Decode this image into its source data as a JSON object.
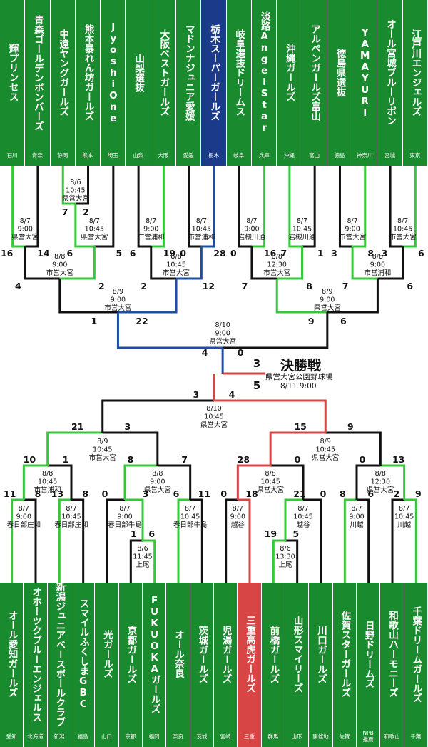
{
  "colors": {
    "green": "#1a8a2e",
    "navy": "#1b3b8a",
    "red": "#d84545",
    "line_win_green": "#35c93a",
    "line_win_blue": "#1c4fa3",
    "line_win_red": "#d84545",
    "line_lose": "#111111"
  },
  "top_teams": [
    {
      "name": "輝プリンセス",
      "pref": "石川",
      "color": "green"
    },
    {
      "name": "青森ゴールデンボンバーズ",
      "pref": "青森",
      "color": "green"
    },
    {
      "name": "中遠ヤングガールズ",
      "pref": "静岡",
      "color": "green"
    },
    {
      "name": "熊本暴れん坊ガールズ",
      "pref": "熊本",
      "color": "green"
    },
    {
      "name": "JyoshiOne",
      "pref": "埼玉",
      "color": "green"
    },
    {
      "name": "山梨選抜",
      "pref": "山梨",
      "color": "green"
    },
    {
      "name": "大阪ベストガールズ",
      "pref": "大阪",
      "color": "green"
    },
    {
      "name": "マドンナジュニア愛媛",
      "pref": "愛媛",
      "color": "green"
    },
    {
      "name": "栃木スーパーガールズ",
      "pref": "栃木",
      "color": "navy"
    },
    {
      "name": "岐阜選抜ドリームス",
      "pref": "岐阜",
      "color": "green"
    },
    {
      "name": "淡路AngelStar",
      "pref": "兵庫",
      "color": "green"
    },
    {
      "name": "沖縄ガールズ",
      "pref": "沖縄",
      "color": "green"
    },
    {
      "name": "アルペンガールズ富山",
      "pref": "富山",
      "color": "green"
    },
    {
      "name": "徳島県選抜",
      "pref": "徳島",
      "color": "green"
    },
    {
      "name": "YAMAYURI",
      "pref": "神奈川",
      "color": "green"
    },
    {
      "name": "オール宮城ブルーリボン",
      "pref": "宮城",
      "color": "green"
    },
    {
      "name": "江戸川エンジェルズ",
      "pref": "東京",
      "color": "green"
    }
  ],
  "bottom_teams": [
    {
      "name": "オール愛知ガールズ",
      "pref": "愛知",
      "color": "green"
    },
    {
      "name": "オホーツクブルーエンジェルス",
      "pref": "北海道",
      "color": "green"
    },
    {
      "name": "新潟ジュニアベースボールクラブ",
      "pref": "新潟",
      "color": "green"
    },
    {
      "name": "スマイルふくしまGBC",
      "pref": "福島",
      "color": "green"
    },
    {
      "name": "光ガールズ",
      "pref": "山口",
      "color": "green"
    },
    {
      "name": "京都ガールズ",
      "pref": "京都",
      "color": "green"
    },
    {
      "name": "FUKUOKAガールズ",
      "pref": "福岡",
      "color": "green"
    },
    {
      "name": "オール奈良",
      "pref": "奈良",
      "color": "green"
    },
    {
      "name": "茨城ガールズ",
      "pref": "茨城",
      "color": "green"
    },
    {
      "name": "児湯ガールズ",
      "pref": "宮崎",
      "color": "green"
    },
    {
      "name": "三重高虎ガールズ",
      "pref": "三重",
      "color": "red"
    },
    {
      "name": "前橋ガールズ",
      "pref": "群馬",
      "color": "green"
    },
    {
      "name": "山形スマイリーズ",
      "pref": "山形",
      "color": "green"
    },
    {
      "name": "川口ガールズ",
      "pref": "開催地",
      "color": "green"
    },
    {
      "name": "佐賀スターガールズ",
      "pref": "佐賀",
      "color": "green"
    },
    {
      "name": "日野ドリームズ",
      "pref": "NPB\n推薦",
      "color": "green"
    },
    {
      "name": "和歌山ハーモニーズ",
      "pref": "和歌山",
      "color": "green"
    },
    {
      "name": "千葉ドリームガールズ",
      "pref": "千葉",
      "color": "green"
    }
  ],
  "final": {
    "title": "決勝戦",
    "venue": "県営大宮公園野球場",
    "date": "8/11 9:00",
    "score_top": "3",
    "score_bottom": "5"
  },
  "matches": [
    {
      "side": "top",
      "a": 2,
      "b": 3,
      "lbl": [
        "8/6",
        "10:45",
        "県営大宮"
      ],
      "sa": "7",
      "sb": "2",
      "win": "a",
      "winColor": "green"
    },
    {
      "side": "top",
      "a": 0,
      "b": 1,
      "lbl": [
        "8/7",
        "9:00",
        "県営大宮"
      ],
      "sa": "16",
      "sb": "14",
      "win": "a",
      "winColor": "green"
    },
    {
      "side": "top",
      "a": "2-3",
      "b": 4,
      "lbl": [
        "8/7",
        "10:45",
        "県営大宮"
      ],
      "sa": "6",
      "sb": "5",
      "win": "a",
      "winColor": "green"
    },
    {
      "side": "top",
      "a": 5,
      "b": 6,
      "lbl": [
        "8/7",
        "9:00",
        "市営浦和"
      ],
      "sa": "6",
      "sb": "19",
      "win": "b",
      "winColor": "green"
    },
    {
      "side": "top",
      "a": 7,
      "b": 8,
      "lbl": [
        "8/7",
        "10:45",
        "市営浦和"
      ],
      "sa": "0",
      "sb": "28",
      "win": "b",
      "winColor": "blue"
    },
    {
      "side": "top",
      "a": 9,
      "b": 10,
      "lbl": [
        "8/7",
        "9:00",
        "岩槻川通"
      ],
      "sa": "0",
      "sb": "16",
      "win": "b",
      "winColor": "green"
    },
    {
      "side": "top",
      "a": 11,
      "b": 12,
      "lbl": [
        "8/7",
        "10:45",
        "岩槻川通"
      ],
      "sa": "7",
      "sb": "1",
      "win": "a",
      "winColor": "green"
    },
    {
      "side": "top",
      "a": 13,
      "b": 14,
      "lbl": [
        "8/7",
        "9:00",
        "市営大宮"
      ],
      "sa": "3",
      "sb": "8",
      "win": "b",
      "winColor": "green"
    },
    {
      "side": "top",
      "a": 15,
      "b": 16,
      "lbl": [
        "8/7",
        "10:45",
        "市営大宮"
      ],
      "sa": "3",
      "sb": "6",
      "win": "b",
      "winColor": "green"
    },
    {
      "side": "bottom",
      "a": 0,
      "b": 1,
      "lbl": [
        "8/7",
        "9:00",
        "春日部庄和"
      ],
      "sa": "11",
      "sb": "8",
      "win": "a",
      "winColor": "green"
    },
    {
      "side": "bottom",
      "a": 2,
      "b": 3,
      "lbl": [
        "8/7",
        "10:45",
        "春日部庄和"
      ],
      "sa": "13",
      "sb": "8",
      "win": "a",
      "winColor": "green"
    },
    {
      "side": "bottom",
      "a": 5,
      "b": 6,
      "lbl": [
        "8/6",
        "11:45",
        "上尾"
      ],
      "sa": "1",
      "sb": "6",
      "win": "b",
      "winColor": "green"
    },
    {
      "side": "bottom",
      "a": 4,
      "b": "5-6",
      "lbl": [
        "8/7",
        "9:00",
        "春日部牛島"
      ],
      "sa": "0",
      "sb": "3",
      "win": "b",
      "winColor": "green"
    },
    {
      "side": "bottom",
      "a": 7,
      "b": 8,
      "lbl": [
        "8/7",
        "10:45",
        "春日部牛島"
      ],
      "sa": "6",
      "sb": "11",
      "win": "a",
      "winColor": "green"
    },
    {
      "side": "bottom",
      "a": 9,
      "b": 10,
      "lbl": [
        "8/7",
        "9:00",
        "越谷"
      ],
      "sa": "0",
      "sb": "18",
      "win": "b",
      "winColor": "red"
    },
    {
      "side": "bottom",
      "a": 11,
      "b": 12,
      "lbl": [
        "8/6",
        "13:30",
        "上尾"
      ],
      "sa": "19",
      "sb": "5",
      "win": "a",
      "winColor": "green"
    },
    {
      "side": "bottom",
      "a": "11-12",
      "b": 13,
      "lbl": [
        "8/7",
        "10:45",
        "越谷"
      ],
      "sa": "21",
      "sb": "0",
      "win": "a",
      "winColor": "green"
    },
    {
      "side": "bottom",
      "a": 14,
      "b": 15,
      "lbl": [
        "8/7",
        "9:00",
        "川越"
      ],
      "sa": "8",
      "sb": "6",
      "win": "a",
      "winColor": "green"
    },
    {
      "side": "bottom",
      "a": 16,
      "b": 17,
      "lbl": [
        "8/7",
        "10:45",
        "川越"
      ],
      "sa": "2",
      "sb": "9",
      "win": "b",
      "winColor": "green"
    }
  ],
  "round2": [
    {
      "side": "top",
      "lbl": [
        "8/8",
        "9:00",
        "市営大宮"
      ],
      "sa": "4",
      "sb": "2",
      "win": "b",
      "winColor": "green"
    },
    {
      "side": "top",
      "lbl": [
        "8/8",
        "10:45",
        "市営大宮"
      ],
      "sa": "2",
      "sb": "12",
      "win": "b",
      "winColor": "blue"
    },
    {
      "side": "top",
      "lbl": [
        "8/8",
        "12:30",
        "市営大宮"
      ],
      "sa": "7",
      "sb": "8",
      "win": "b",
      "winColor": "green"
    },
    {
      "side": "top",
      "lbl": [
        "8/8",
        "9:00",
        "市営浦和"
      ],
      "sa": "7",
      "sb": "6",
      "win": "a",
      "winColor": "green"
    },
    {
      "side": "bottom",
      "lbl": [
        "8/8",
        "10:45",
        "市営浦和"
      ],
      "sa": "10",
      "sb": "1",
      "win": "a",
      "winColor": "green"
    },
    {
      "side": "bottom",
      "lbl": [
        "8/8",
        "9:00",
        "県営大宮"
      ],
      "sa": "8",
      "sb": "7",
      "win": "a",
      "winColor": "green"
    },
    {
      "side": "bottom",
      "lbl": [
        "8/8",
        "10:45",
        "県営大宮"
      ],
      "sa": "28",
      "sb": "0",
      "win": "a",
      "winColor": "red"
    },
    {
      "side": "bottom",
      "lbl": [
        "8/8",
        "12:30",
        "県営大宮"
      ],
      "sa": "0",
      "sb": "13",
      "win": "b",
      "winColor": "green"
    }
  ],
  "round3": [
    {
      "side": "top",
      "lbl": [
        "8/9",
        "9:00",
        "市営大宮"
      ],
      "sa": "1",
      "sb": "22",
      "win": "b",
      "winColor": "blue"
    },
    {
      "side": "top",
      "lbl": [
        "8/9",
        "9:00",
        "県営大宮"
      ],
      "sa": "9",
      "sb": "6",
      "win": "a",
      "winColor": "green"
    },
    {
      "side": "bottom",
      "lbl": [
        "8/9",
        "10:45",
        "市営大宮"
      ],
      "sa": "21",
      "sb": "3",
      "win": "a",
      "winColor": "green"
    },
    {
      "side": "bottom",
      "lbl": [
        "8/9",
        "10:45",
        "県営大宮"
      ],
      "sa": "15",
      "sb": "9",
      "win": "a",
      "winColor": "red"
    }
  ],
  "semis": [
    {
      "side": "top",
      "lbl": [
        "8/10",
        "9:00",
        "県営大宮"
      ],
      "sa": "4",
      "sb": "0",
      "win": "a",
      "winColor": "blue"
    },
    {
      "side": "bottom",
      "lbl": [
        "8/10",
        "10:45",
        "県営大宮"
      ],
      "sa": "3",
      "sb": "4",
      "win": "b",
      "winColor": "red"
    }
  ]
}
